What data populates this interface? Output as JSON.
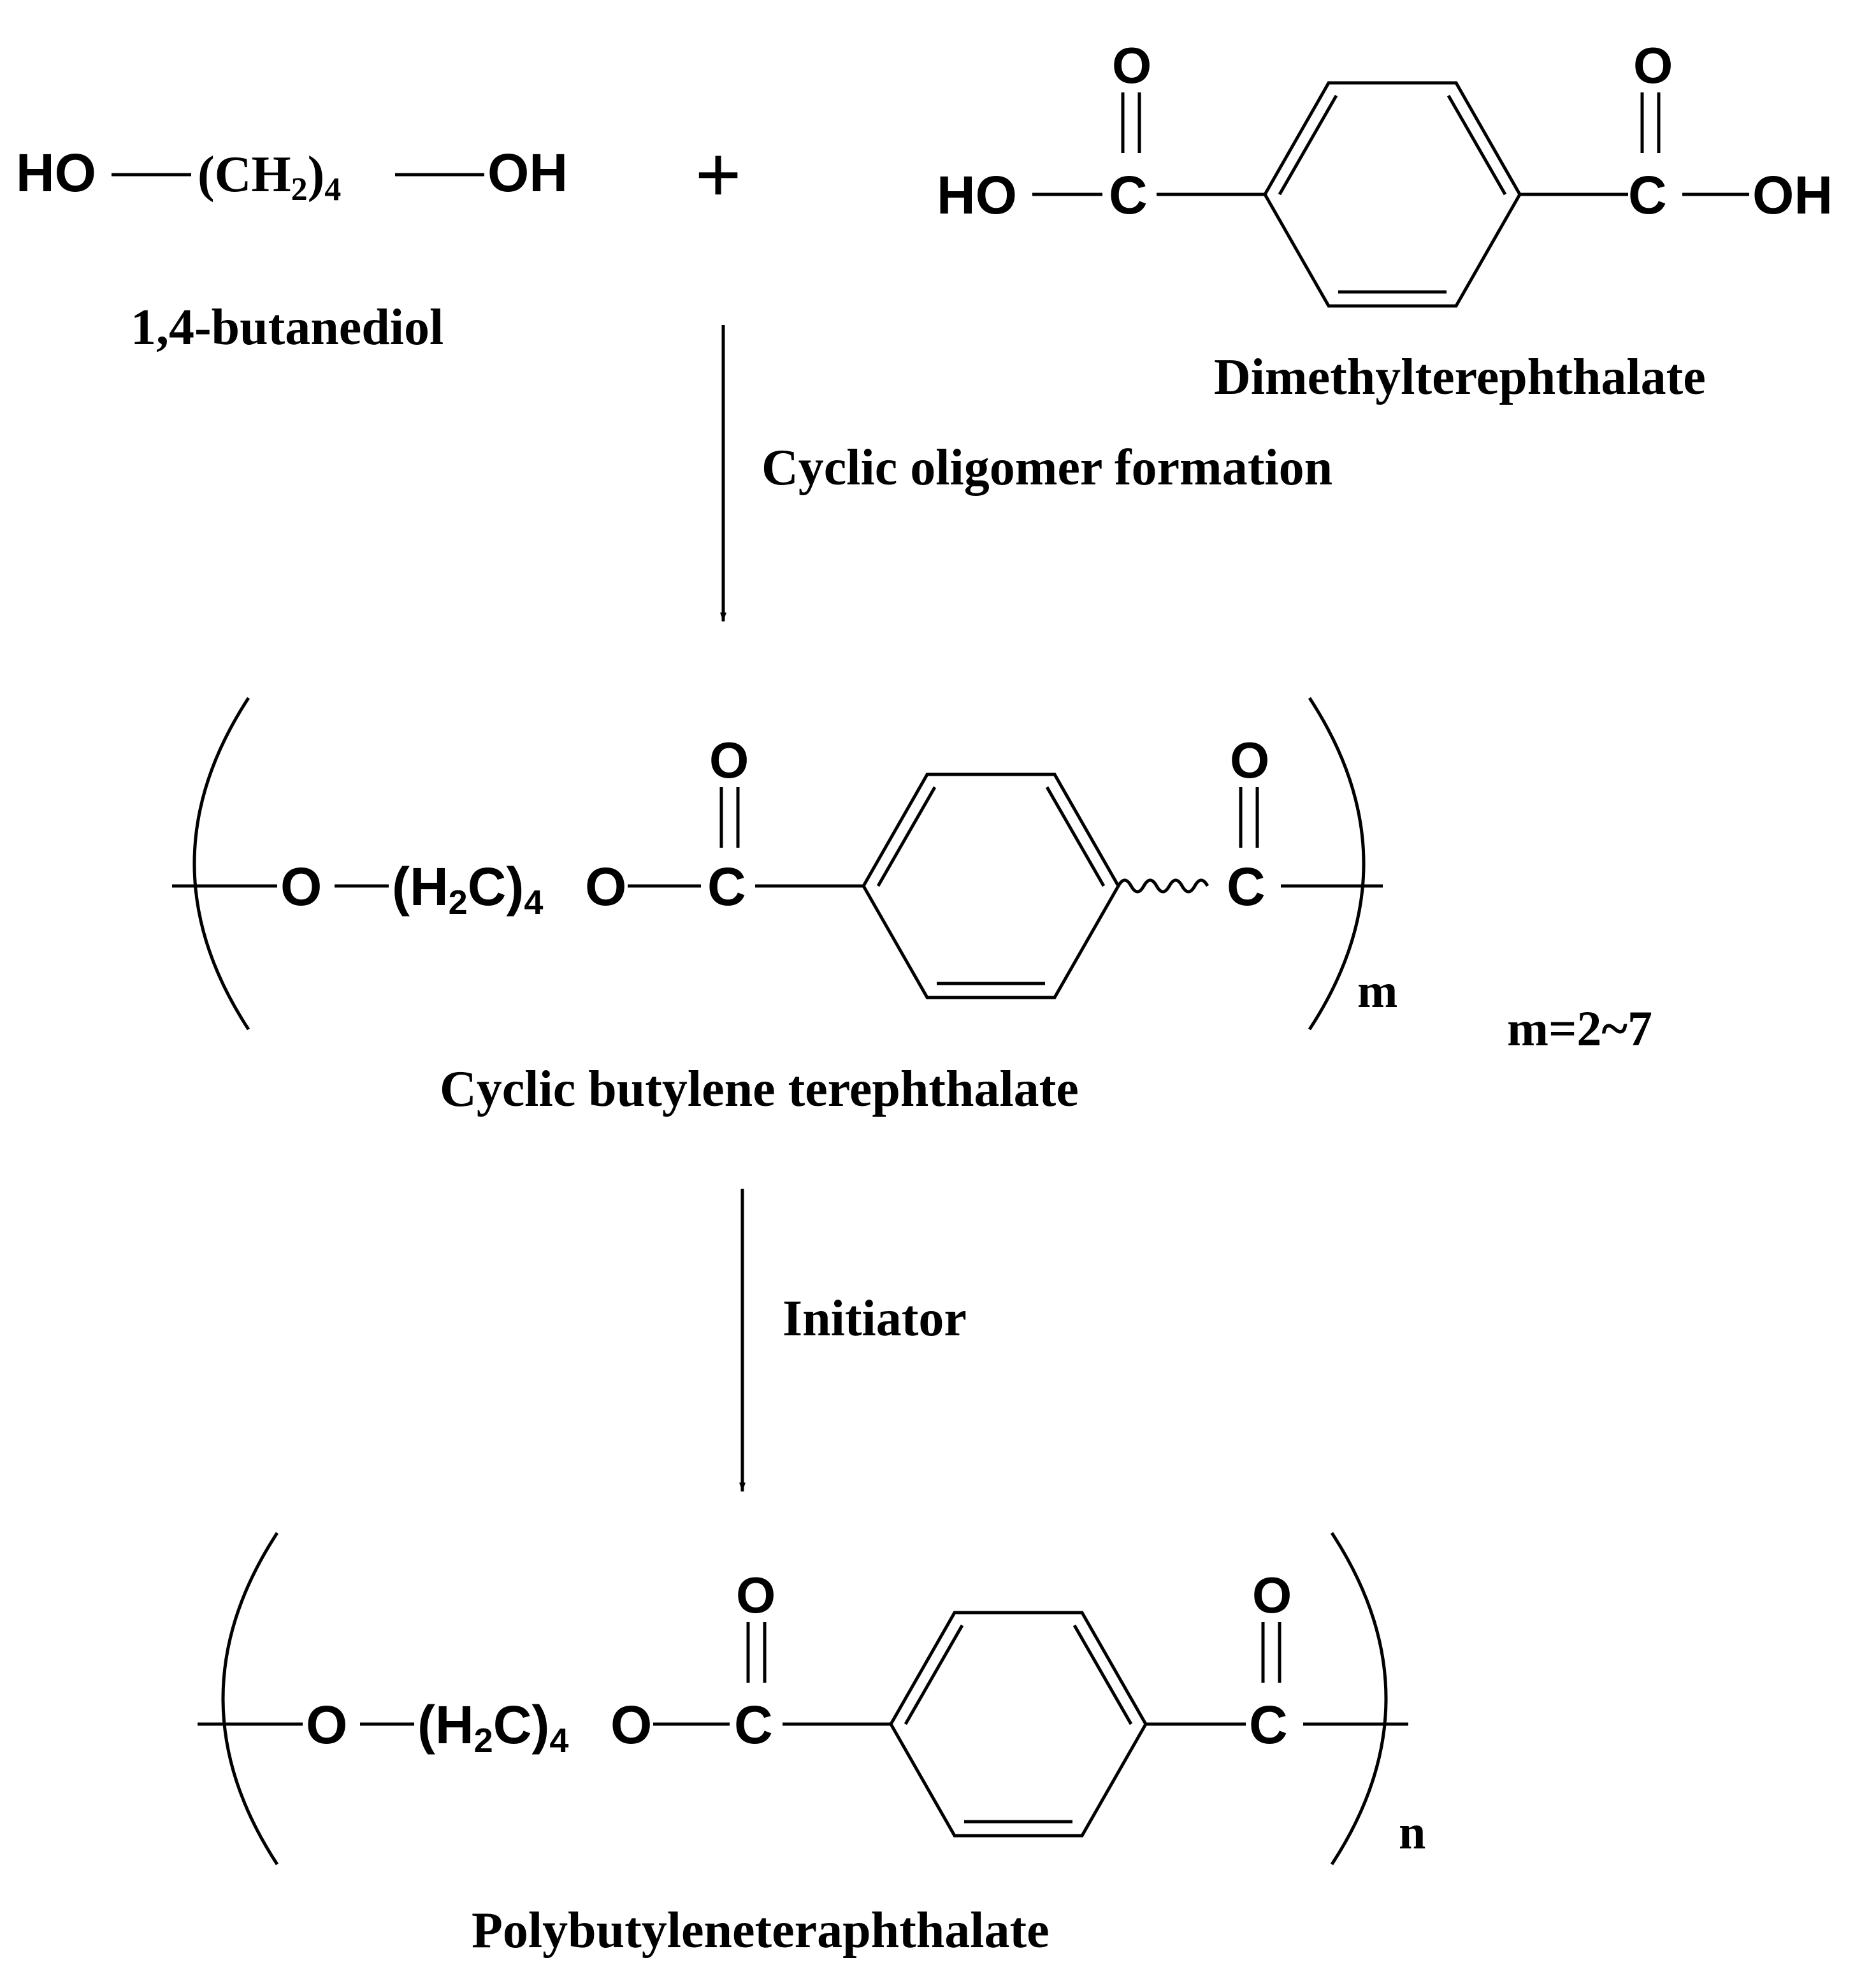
{
  "reactants": {
    "butanediol": {
      "left": "HO",
      "middle": "(CH",
      "h_sub": "2",
      "close": ")",
      "n_sub": "4",
      "right": "OH",
      "name": "1,4-butanediol"
    },
    "plus": "+",
    "terephthalic": {
      "left_oh": "HO",
      "c": "C",
      "o": "O",
      "right_oh": "OH",
      "name": "Dimethylterephthalate"
    }
  },
  "step1": {
    "label": "Cyclic oligomer formation"
  },
  "intermediate": {
    "o": "O",
    "h2c_open": "(H",
    "h_sub": "2",
    "h2c_close": "C)",
    "n_sub": "4",
    "c": "C",
    "repeat": "m",
    "condition": "m=2~7",
    "name": "Cyclic butylene terephthalate"
  },
  "step2": {
    "label": "Initiator"
  },
  "product": {
    "o": "O",
    "h2c_open": "(H",
    "h_sub": "2",
    "h2c_close": "C)",
    "n_sub": "4",
    "c": "C",
    "repeat": "n",
    "name": "Polybutyleneteraphthalate"
  }
}
